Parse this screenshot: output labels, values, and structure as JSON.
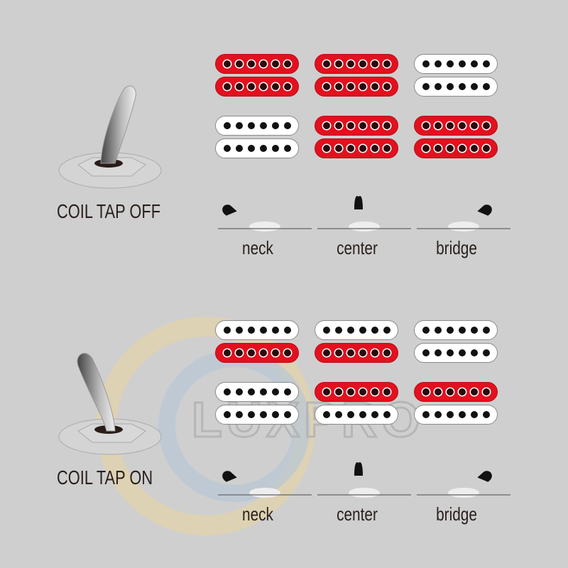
{
  "sections": [
    {
      "title": "COIL TAP OFF",
      "positions": [
        {
          "label": "neck",
          "humbuckers": [
            [
              "red",
              "red"
            ],
            [
              "white",
              "white"
            ]
          ]
        },
        {
          "label": "center",
          "humbuckers": [
            [
              "red",
              "red"
            ],
            [
              "red",
              "red"
            ]
          ]
        },
        {
          "label": "bridge",
          "humbuckers": [
            [
              "white",
              "white"
            ],
            [
              "red",
              "red"
            ]
          ]
        }
      ]
    },
    {
      "title": "COIL TAP ON",
      "positions": [
        {
          "label": "neck",
          "humbuckers": [
            [
              "white",
              "red"
            ],
            [
              "white",
              "white"
            ]
          ]
        },
        {
          "label": "center",
          "humbuckers": [
            [
              "white",
              "red"
            ],
            [
              "red",
              "white"
            ]
          ]
        },
        {
          "label": "bridge",
          "humbuckers": [
            [
              "white",
              "white"
            ],
            [
              "red",
              "white"
            ]
          ]
        }
      ]
    }
  ],
  "watermark": "LUXPRO",
  "colors": {
    "red": "#e3101e",
    "white": "#ffffff",
    "background": "#cfcfcf"
  }
}
